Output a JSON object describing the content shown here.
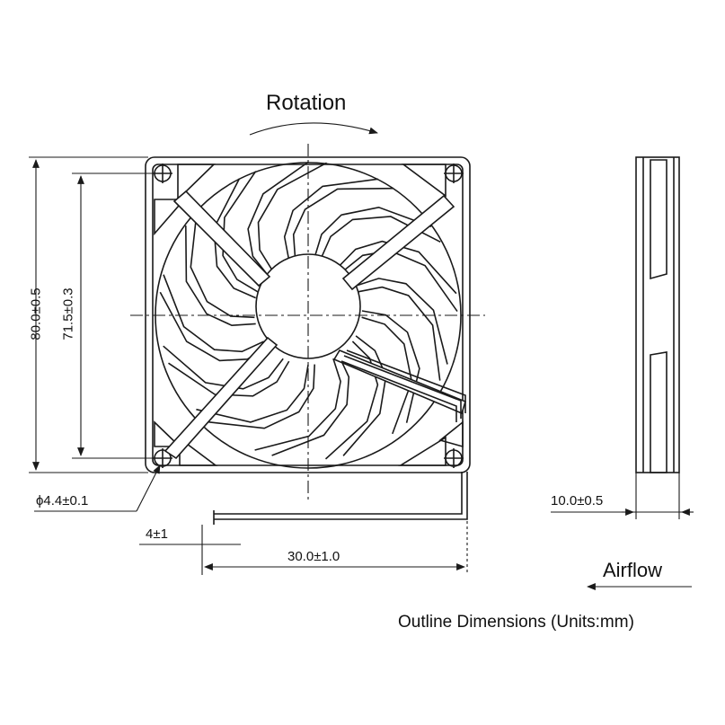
{
  "labels": {
    "rotation": "Rotation",
    "airflow": "Airflow",
    "outline": "Outline Dimensions (Units:mm)"
  },
  "dimensions": {
    "height_outer": "80.0±0.5",
    "hole_pitch": "71.5±0.3",
    "hole_diameter": "ϕ4.4±0.1",
    "wire_offset": "4±1",
    "wire_length": "30.0±1.0",
    "thickness": "10.0±0.5"
  },
  "colors": {
    "line": "#1a1a1a",
    "background": "#ffffff"
  }
}
